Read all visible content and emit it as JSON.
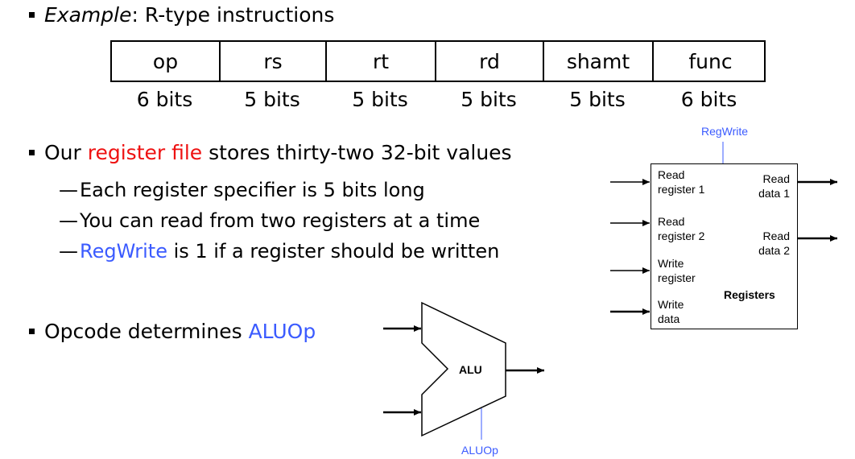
{
  "example": {
    "label": "Example",
    "rest": ": R-type instructions"
  },
  "format": {
    "fields": [
      "op",
      "rs",
      "rt",
      "rd",
      "shamt",
      "func"
    ],
    "bits": [
      "6 bits",
      "5 bits",
      "5 bits",
      "5 bits",
      "5 bits",
      "6 bits"
    ]
  },
  "bullet2": {
    "pre": "Our ",
    "highlight": "register file",
    "post": " stores thirty-two 32-bit values",
    "subs": [
      {
        "pre": "",
        "highlight": "",
        "post": "Each register specifier is 5 bits long"
      },
      {
        "pre": "",
        "highlight": "",
        "post": "You can read from two registers at a time"
      },
      {
        "pre": "",
        "highlight": "RegWrite",
        "post": " is 1 if a register should be written"
      }
    ]
  },
  "bullet3": {
    "pre": "Opcode determines ",
    "highlight": "ALUOp"
  },
  "registers": {
    "control": "RegWrite",
    "title": "Registers",
    "read_reg1": [
      "Read",
      "register 1"
    ],
    "read_reg2": [
      "Read",
      "register 2"
    ],
    "write_reg": [
      "Write",
      "register"
    ],
    "write_data": [
      "Write",
      "data"
    ],
    "read_data1": [
      "Read",
      "data 1"
    ],
    "read_data2": [
      "Read",
      "data 2"
    ]
  },
  "alu": {
    "label": "ALU",
    "control": "ALUOp"
  },
  "colors": {
    "highlight_red": "#ee1111",
    "highlight_blue": "#3b5bff"
  }
}
